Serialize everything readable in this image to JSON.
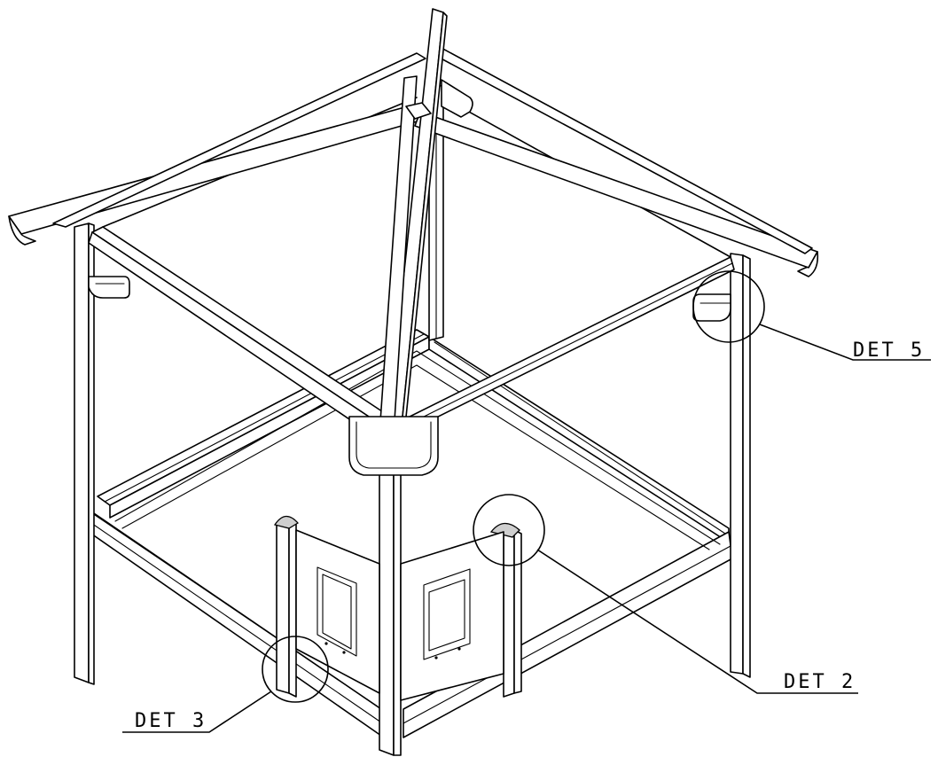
{
  "callouts": [
    {
      "id": "det5",
      "label": "DET 5"
    },
    {
      "id": "det2",
      "label": "DET 2"
    },
    {
      "id": "det3",
      "label": "DET 3"
    }
  ]
}
